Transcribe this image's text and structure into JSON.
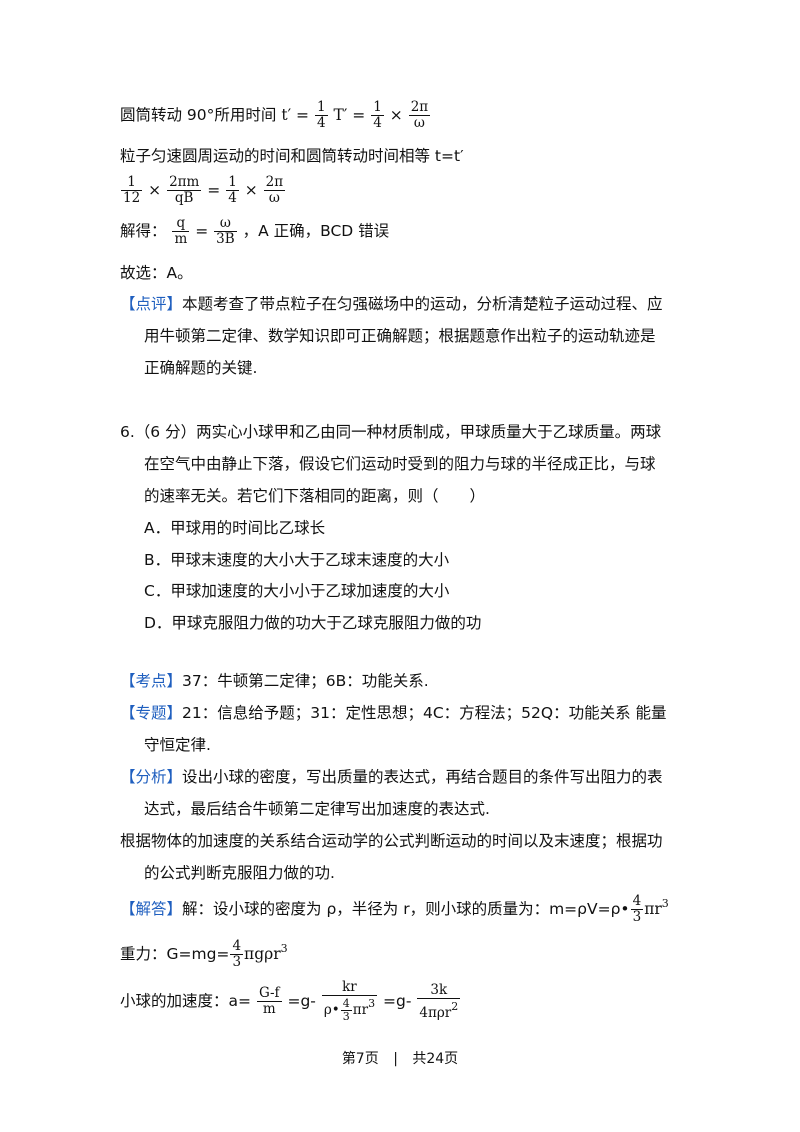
{
  "solution5": {
    "line1_text": "圆筒转动 90°所用时间",
    "line1_t": "t′",
    "line1_eq1": "=",
    "line1_f1_num": "1",
    "line1_f1_den": "4",
    "line1_T": "T′",
    "line1_eq2": "=",
    "line1_f2_num": "1",
    "line1_f2_den": "4",
    "line1_times": "×",
    "line1_f3_num": "2π",
    "line1_f3_den": "ω",
    "line2": "粒子匀速圆周运动的时间和圆筒转动时间相等 t=t′",
    "line3_f1_num": "1",
    "line3_f1_den": "12",
    "line3_times1": "×",
    "line3_f2_num": "2πm",
    "line3_f2_den": "qB",
    "line3_eq": "=",
    "line3_f3_num": "1",
    "line3_f3_den": "4",
    "line3_times2": "×",
    "line3_f4_num": "2π",
    "line3_f4_den": "ω",
    "line4_prefix": "解得：",
    "line4_f1_num": "q",
    "line4_f1_den": "m",
    "line4_eq": "=",
    "line4_f2_num": "ω",
    "line4_f2_den": "3B",
    "line4_suffix": "，A 正确，BCD 错误",
    "line5": "故选：A。",
    "comment_tag": "【点评】",
    "comment_line1": "本题考查了带点粒子在匀强磁场中的运动，分析清楚粒子运动过程、应",
    "comment_line2": "用牛顿第二定律、数学知识即可正确解题；根据题意作出粒子的运动轨迹是",
    "comment_line3": "正确解题的关键."
  },
  "question6": {
    "stem_line1": "6.（6 分）两实心小球甲和乙由同一种材质制成，甲球质量大于乙球质量。两球",
    "stem_line2": "在空气中由静止下落，假设它们运动时受到的阻力与球的半径成正比，与球",
    "stem_line3": "的速率无关。若它们下落相同的距离，则（　　）",
    "option_a": "A．甲球用的时间比乙球长",
    "option_b": "B．甲球末速度的大小大于乙球末速度的大小",
    "option_c": "C．甲球加速度的大小小于乙球加速度的大小",
    "option_d": "D．甲球克服阻力做的功大于乙球克服阻力做的功"
  },
  "analysis6": {
    "kaodian_tag": "【考点】",
    "kaodian_text": "37：牛顿第二定律；6B：功能关系.",
    "zhuanti_tag": "【专题】",
    "zhuanti_line1": "21：信息给予题；31：定性思想；4C：方程法；52Q：功能关系  能量",
    "zhuanti_line2": "守恒定律.",
    "fenxi_tag": "【分析】",
    "fenxi_line1": "设出小球的密度，写出质量的表达式，再结合题目的条件写出阻力的表",
    "fenxi_line2": "达式，最后结合牛顿第二定律写出加速度的表达式.",
    "fenxi_line3": "根据物体的加速度的关系结合运动学的公式判断运动的时间以及末速度；根据功",
    "fenxi_line4": "的公式判断克服阻力做的功.",
    "jieda_tag": "【解答】",
    "jieda_text": "解：设小球的密度为 ρ，半径为 r，则小球的质量为：m=ρV=ρ•",
    "jieda_f_num": "4",
    "jieda_f_den": "3",
    "jieda_pi_r": "πr",
    "jieda_sup": "3",
    "gravity_prefix": "重力：G=mg=",
    "gravity_f_num": "4",
    "gravity_f_den": "3",
    "gravity_rest": "πgρr",
    "gravity_sup": "3",
    "accel_prefix": "小球的加速度：a=",
    "accel_f1_num": "G-f",
    "accel_f1_den": "m",
    "accel_eq1": "=g-",
    "accel_f2_num": "kr",
    "accel_f2_den_a": "ρ•",
    "accel_f2_den_fnum": "4",
    "accel_f2_den_fden": "3",
    "accel_f2_den_b": "πr",
    "accel_f2_den_sup": "3",
    "accel_eq2": "=g-",
    "accel_f3_num": "3k",
    "accel_f3_den": "4πρr",
    "accel_f3_den_sup": "2"
  },
  "footer": {
    "page": "第7页",
    "sep": "|",
    "total": "共24页"
  }
}
